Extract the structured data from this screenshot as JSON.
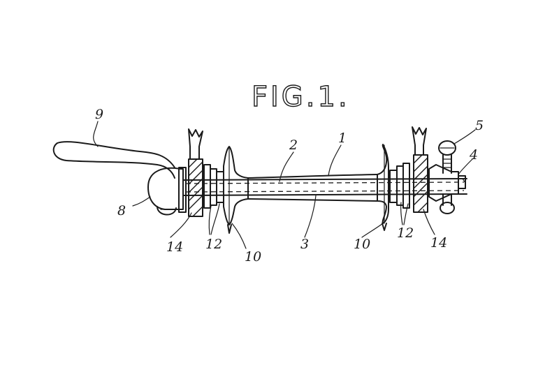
{
  "figure_title": "FIG.1.",
  "labels": {
    "l1": "1",
    "l2": "2",
    "l3": "3",
    "l4": "4",
    "l5": "5",
    "l8": "8",
    "l9": "9",
    "l10a": "10",
    "l10b": "10",
    "l12a": "12",
    "l12b": "12",
    "l14a": "14",
    "l14b": "14"
  },
  "colors": {
    "ink": "#1a1a1a",
    "paper": "#ffffff"
  }
}
